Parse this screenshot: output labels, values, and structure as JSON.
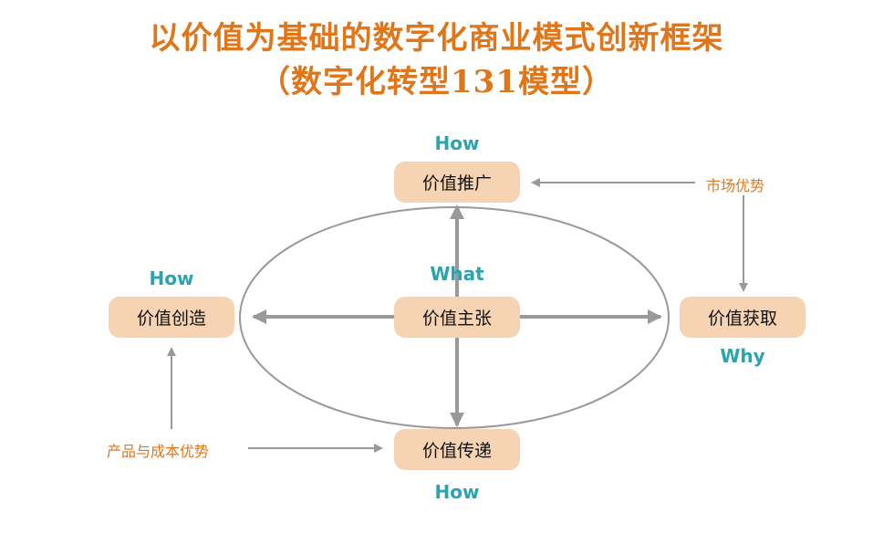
{
  "title": {
    "line1": "以价值为基础的数字化商业模式创新框架",
    "line2": "（数字化转型131模型）"
  },
  "nodes": {
    "promotion": {
      "label": "价值推广",
      "question": "How"
    },
    "creation": {
      "label": "价值创造",
      "question": "How"
    },
    "proposition": {
      "label": "价值主张",
      "question": "What"
    },
    "capture": {
      "label": "价值获取",
      "question": "Why"
    },
    "delivery": {
      "label": "价值传递",
      "question": "How"
    }
  },
  "drivers": {
    "market": "市场优势",
    "product_cost": "产品与成本优势"
  },
  "colors": {
    "title": "#E0761A",
    "question": "#2AA3B3",
    "box": "#F5D3B3",
    "line": "#999999"
  }
}
